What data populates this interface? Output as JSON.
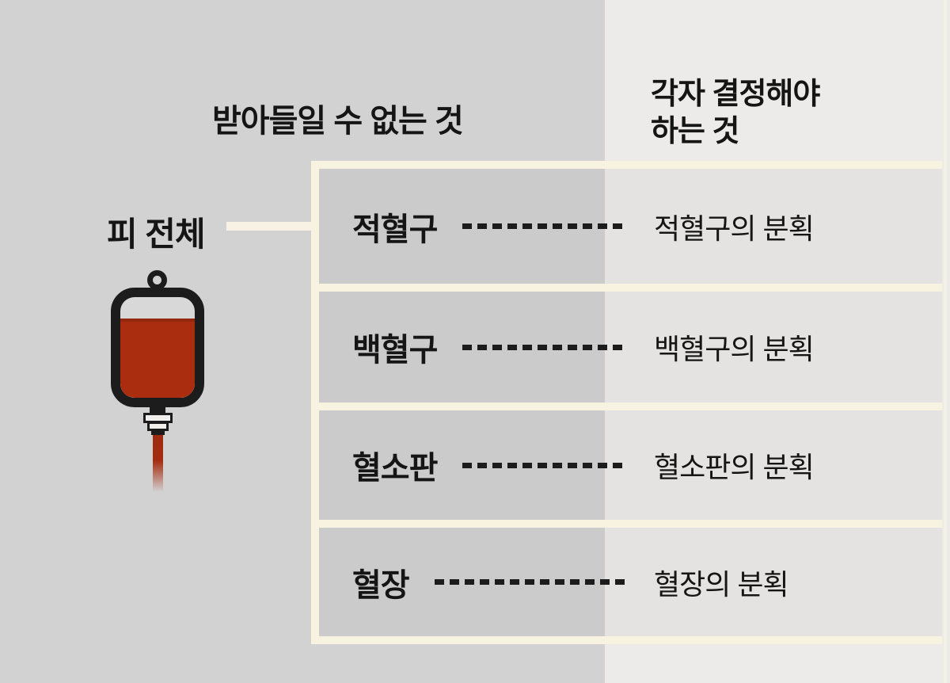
{
  "diagram": {
    "columns": {
      "left_header": "받아들일 수 없는 것",
      "right_header_line1": "각자 결정해야",
      "right_header_line2": "하는 것"
    },
    "source": {
      "label": "피 전체"
    },
    "icons": {
      "blood_bag": "blood-bag-icon"
    },
    "rows": [
      {
        "component": "적혈구",
        "fraction": "적혈구의 분획"
      },
      {
        "component": "백혈구",
        "fraction": "백혈구의 분획"
      },
      {
        "component": "혈소판",
        "fraction": "혈소판의 분획"
      },
      {
        "component": "혈장",
        "fraction": "혈장의 분획"
      }
    ],
    "colors": {
      "page_gray": "#D2D2D2",
      "right_band": "#ECEBE9",
      "cream_line": "#F8F2E1",
      "text": "#151515",
      "blood_red": "#AB2D0F",
      "bag_outline": "#1C1C1C"
    }
  }
}
